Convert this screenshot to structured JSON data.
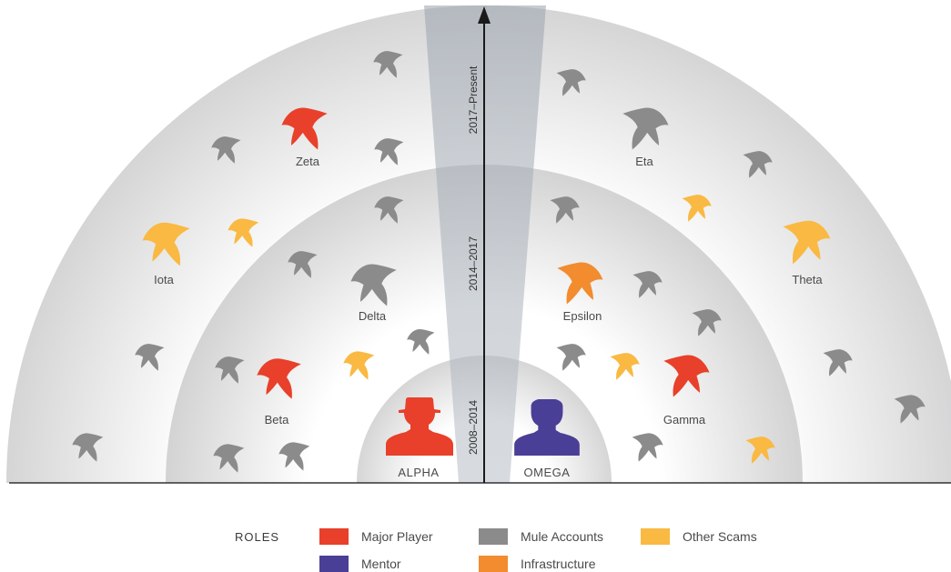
{
  "roles_colors": {
    "major": "#e8402a",
    "mentor": "#4a3f96",
    "mule": "#8b8b8c",
    "infra": "#f28c2e",
    "other": "#f9b942"
  },
  "eras": {
    "inner": "2008–2014",
    "middle": "2014–2017",
    "outer": "2017–Present"
  },
  "people": {
    "alpha": "ALPHA",
    "omega": "OMEGA"
  },
  "labels": {
    "beta": "Beta",
    "gamma": "Gamma",
    "delta": "Delta",
    "epsilon": "Epsilon",
    "zeta": "Zeta",
    "eta": "Eta",
    "iota": "Iota",
    "theta": "Theta"
  },
  "legend": {
    "title": "ROLES",
    "items": [
      {
        "key": "major",
        "label": "Major Player"
      },
      {
        "key": "mentor",
        "label": "Mentor"
      },
      {
        "key": "mule",
        "label": "Mule Accounts"
      },
      {
        "key": "infra",
        "label": "Infrastructure"
      },
      {
        "key": "other",
        "label": "Other Scams"
      }
    ]
  }
}
